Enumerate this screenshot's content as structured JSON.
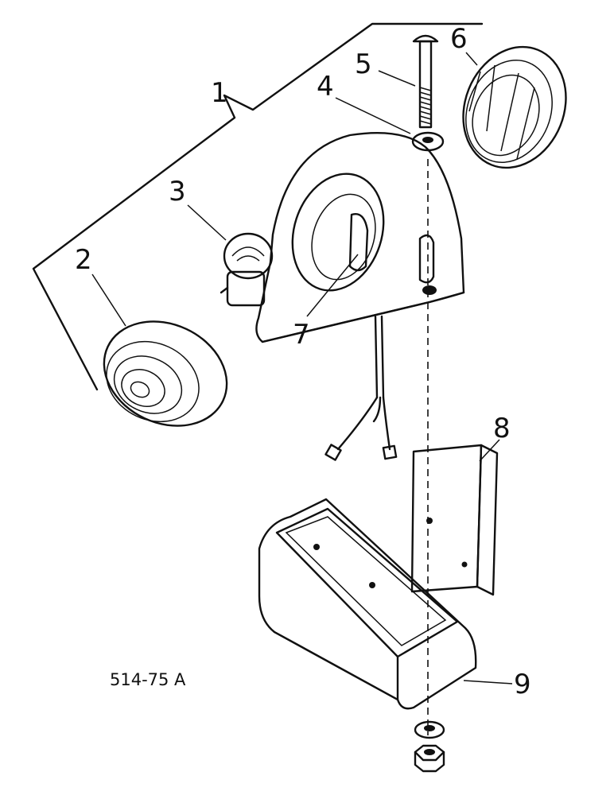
{
  "figure_number": "514-75 A",
  "callouts": [
    "1",
    "2",
    "3",
    "4",
    "5",
    "6",
    "7",
    "8",
    "9"
  ]
}
